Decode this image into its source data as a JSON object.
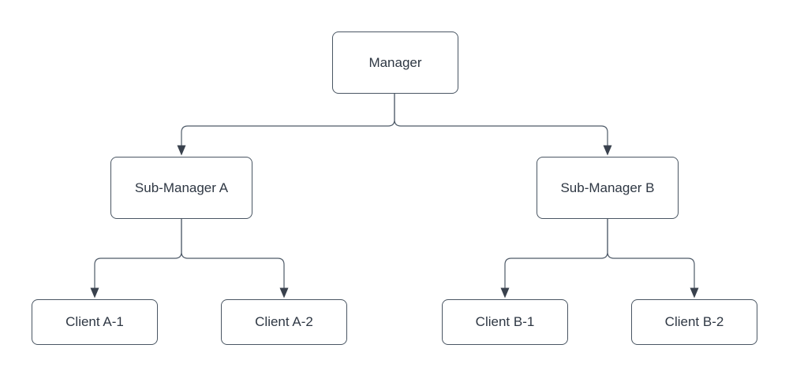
{
  "diagram": {
    "type": "org-chart",
    "background": "#ffffff",
    "nodes": {
      "manager": {
        "label": "Manager",
        "level": 0
      },
      "sub_a": {
        "label": "Sub-Manager A",
        "level": 1
      },
      "sub_b": {
        "label": "Sub-Manager B",
        "level": 1
      },
      "client_a1": {
        "label": "Client A-1",
        "level": 2
      },
      "client_a2": {
        "label": "Client A-2",
        "level": 2
      },
      "client_b1": {
        "label": "Client B-1",
        "level": 2
      },
      "client_b2": {
        "label": "Client B-2",
        "level": 2
      }
    },
    "edges": [
      {
        "from": "manager",
        "to": "sub_a",
        "arrow": "filled-triangle"
      },
      {
        "from": "manager",
        "to": "sub_b",
        "arrow": "filled-triangle"
      },
      {
        "from": "sub_a",
        "to": "client_a1",
        "arrow": "filled-triangle"
      },
      {
        "from": "sub_a",
        "to": "client_a2",
        "arrow": "filled-triangle"
      },
      {
        "from": "sub_b",
        "to": "client_b1",
        "arrow": "filled-triangle"
      },
      {
        "from": "sub_b",
        "to": "client_b2",
        "arrow": "filled-triangle"
      }
    ],
    "colors": {
      "node_fill": "#ffffff",
      "node_border": "#4a5663",
      "node_text": "#2e3743",
      "connector": "#4e5a68",
      "arrowhead": "#39414d",
      "background": "#ffffff"
    }
  }
}
